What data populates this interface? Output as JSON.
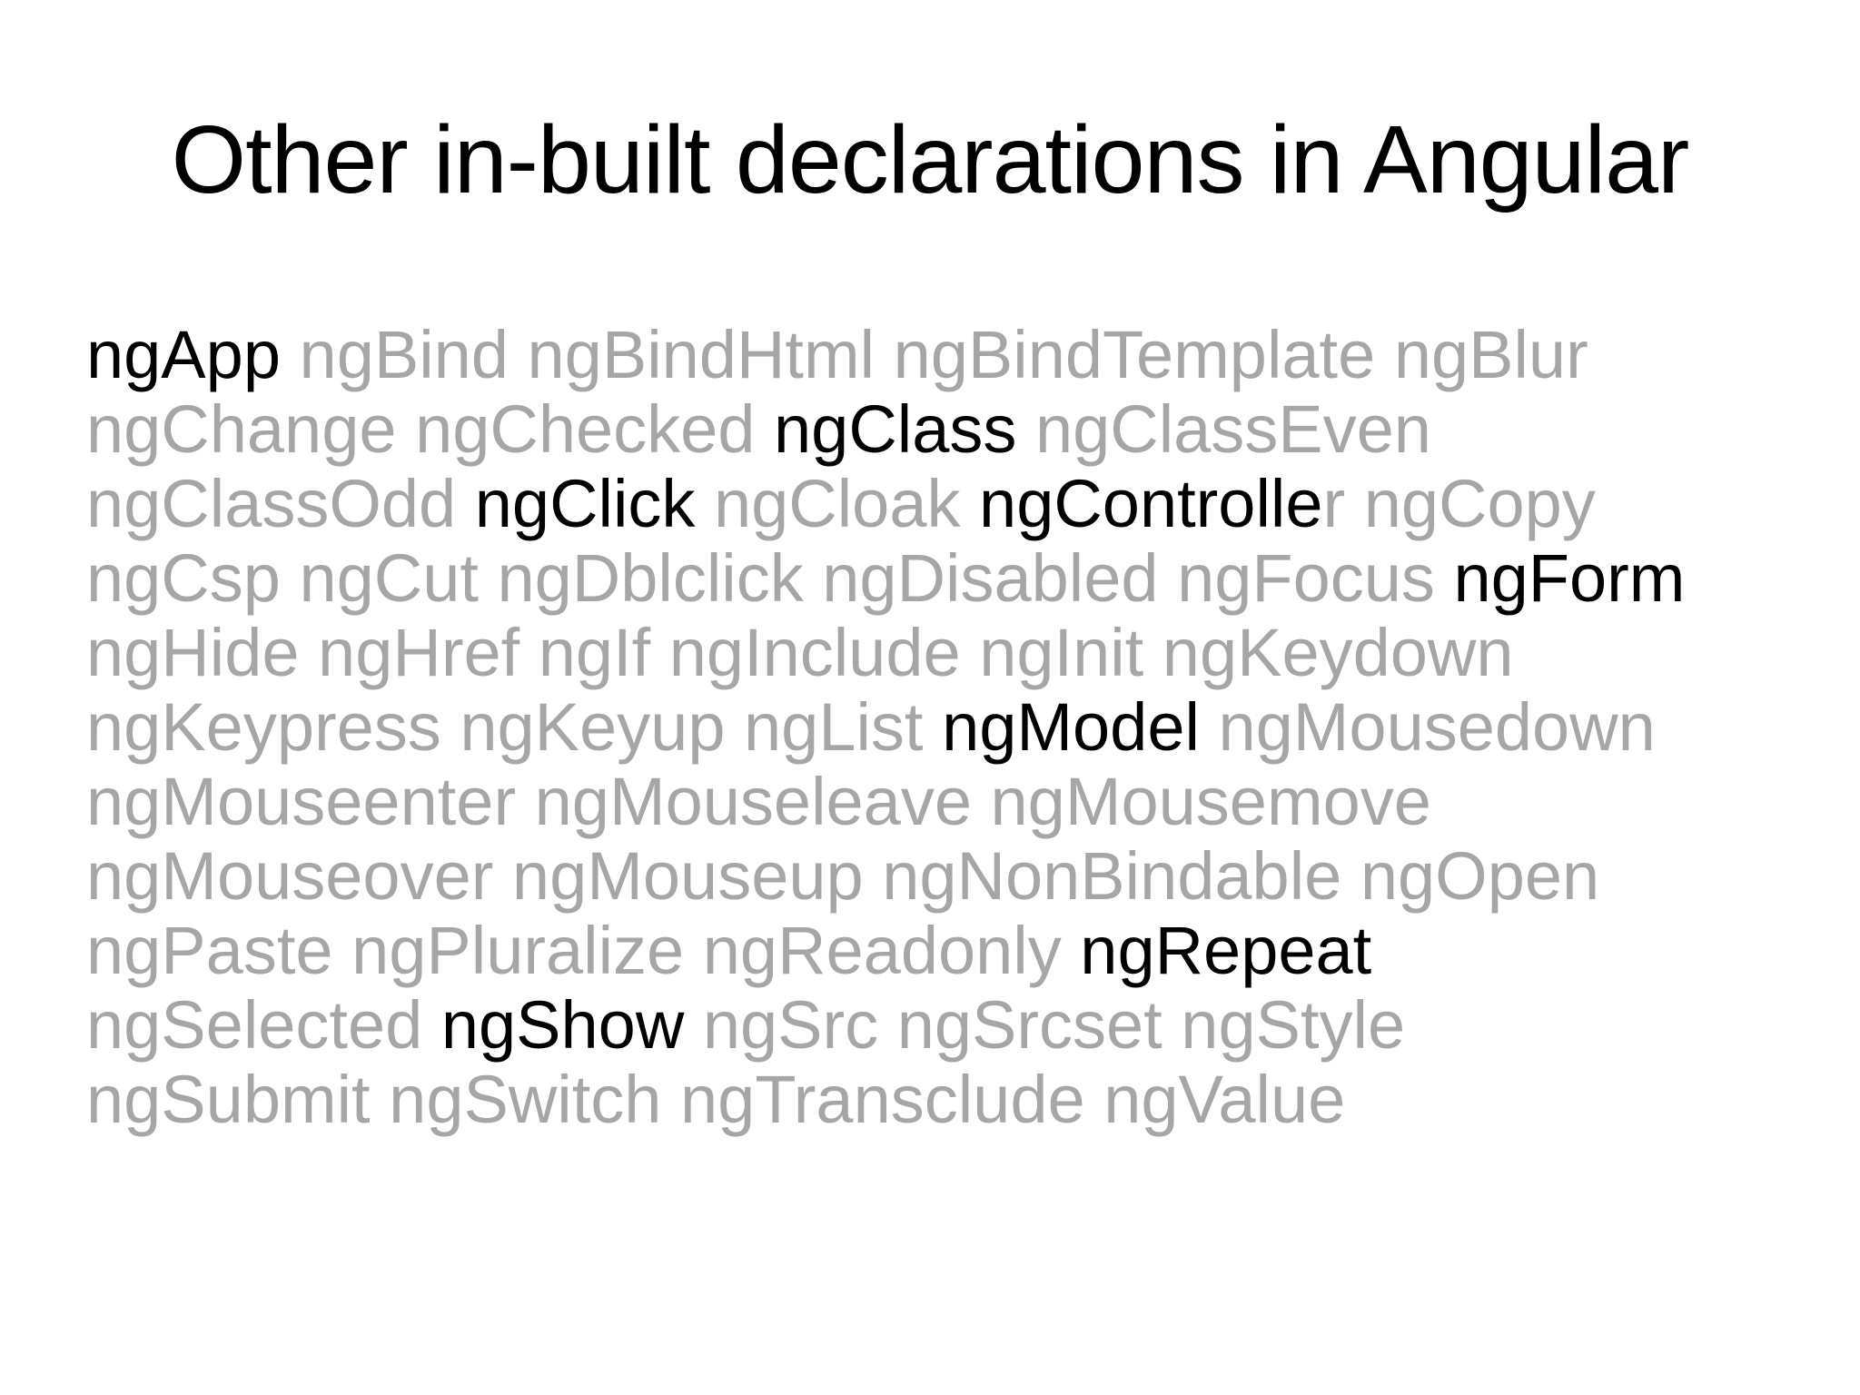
{
  "slide": {
    "title": "Other in-built declarations in Angular",
    "colors": {
      "background": "#ffffff",
      "emphasis": "#000000",
      "muted": "#a6a6a6"
    },
    "body_lines": [
      [
        {
          "text": "ngApp",
          "emphasis": true
        },
        {
          "text": " ngBind ngBindHtml ngBindTemplate ngBlur",
          "emphasis": false
        }
      ],
      [
        {
          "text": "ngChange ngChecked ",
          "emphasis": false
        },
        {
          "text": "ngClass",
          "emphasis": true
        },
        {
          "text": " ngClassEven",
          "emphasis": false
        }
      ],
      [
        {
          "text": "ngClassOdd ",
          "emphasis": false
        },
        {
          "text": "ngClick",
          "emphasis": true
        },
        {
          "text": " ngCloak ",
          "emphasis": false
        },
        {
          "text": "ngControlle",
          "emphasis": true
        },
        {
          "text": "r ngCopy",
          "emphasis": false
        }
      ],
      [
        {
          "text": "ngCsp ngCut ngDblclick ngDisabled ngFocus ",
          "emphasis": false
        },
        {
          "text": "ngForm",
          "emphasis": true
        }
      ],
      [
        {
          "text": "ngHide ngHref ngIf ngInclude ngInit ngKeydown",
          "emphasis": false
        }
      ],
      [
        {
          "text": "ngKeypress ngKeyup ngList ",
          "emphasis": false
        },
        {
          "text": "ngModel",
          "emphasis": true
        },
        {
          "text": " ngMousedown",
          "emphasis": false
        }
      ],
      [
        {
          "text": "ngMouseenter ngMouseleave ngMousemove",
          "emphasis": false
        }
      ],
      [
        {
          "text": "ngMouseover ngMouseup ngNonBindable ngOpen",
          "emphasis": false
        }
      ],
      [
        {
          "text": "ngPaste ngPluralize ngReadonly ",
          "emphasis": false
        },
        {
          "text": "ngRepeat",
          "emphasis": true
        }
      ],
      [
        {
          "text": "ngSelected ",
          "emphasis": false
        },
        {
          "text": "ngShow",
          "emphasis": true
        },
        {
          "text": " ngSrc ngSrcset ngStyle",
          "emphasis": false
        }
      ],
      [
        {
          "text": "ngSubmit ngSwitch ngTransclude ngValue",
          "emphasis": false
        }
      ]
    ]
  }
}
